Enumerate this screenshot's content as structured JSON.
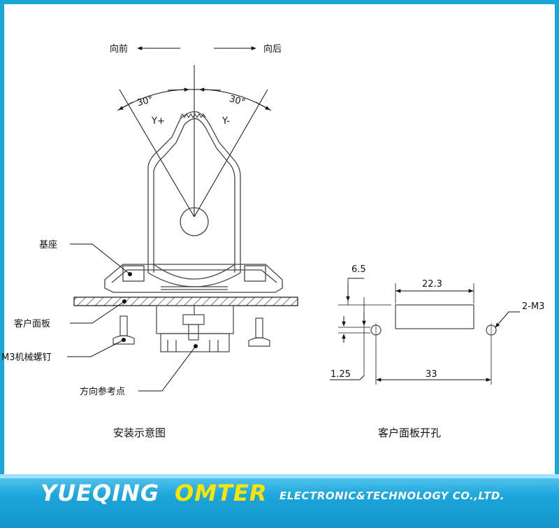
{
  "install_diagram": {
    "forward_label": "向前",
    "backward_label": "向后",
    "angle_left": "30°",
    "angle_right": "30°",
    "y_plus": "Y+",
    "y_minus": "Y-",
    "base_label": "基座",
    "panel_label": "客户面板",
    "screw_label": "M3机械螺钉",
    "ref_point_label": "方向参考点",
    "caption": "安装示意图"
  },
  "panel_cutout": {
    "dim_6_5": "6.5",
    "dim_22_3": "22.3",
    "dim_2_m3": "2-M3",
    "dim_1_25": "1.25",
    "dim_33": "33",
    "caption": "客户面板开孔"
  },
  "banner": {
    "brand_part1": "YUEQING",
    "brand_part2": "OMTER",
    "tagline": "ELECTRONIC&TECHNOLOGY CO.,LTD.",
    "text_color": "#ffffff",
    "accent_color": "#ffe400",
    "background_color": "#1aa7d8"
  }
}
